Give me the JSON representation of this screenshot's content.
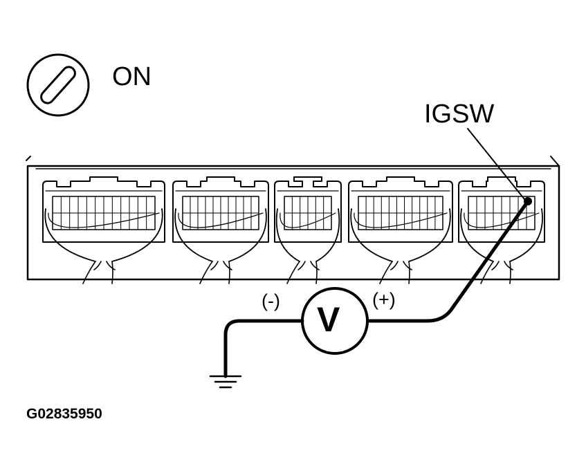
{
  "ignition": {
    "state_label": "ON",
    "icon": "ignition-switch-icon"
  },
  "terminal": {
    "label": "IGSW"
  },
  "meter": {
    "symbol": "V",
    "negative_label": "(-)",
    "positive_label": "(+)"
  },
  "figure_code": "G02835950",
  "connectors": {
    "count": 5
  },
  "ground": {
    "icon": "ground-symbol-icon"
  }
}
